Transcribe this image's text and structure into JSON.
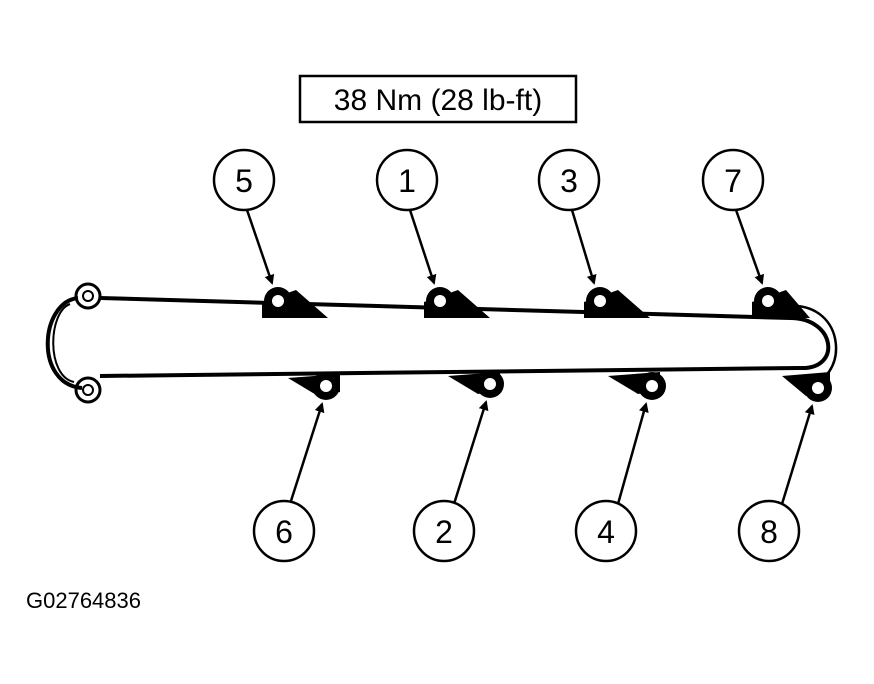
{
  "torque_spec": "38 Nm (28 lb-ft)",
  "figure_id": "G02764836",
  "colors": {
    "ink": "#000000",
    "paper": "#ffffff"
  },
  "sequence": {
    "top": [
      "5",
      "1",
      "3",
      "7"
    ],
    "bottom": [
      "6",
      "2",
      "4",
      "8"
    ]
  }
}
